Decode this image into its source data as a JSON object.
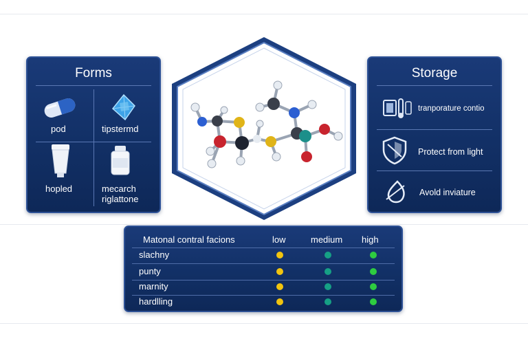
{
  "forms": {
    "title": "Forms",
    "items": [
      {
        "label": "pod",
        "icon": "capsule-icon"
      },
      {
        "label": "tipstermd",
        "icon": "crystal-icon"
      },
      {
        "label": "hopled",
        "icon": "tube-icon"
      },
      {
        "label": "mecarch\nriglattone",
        "icon": "bottle-icon"
      }
    ]
  },
  "storage": {
    "title": "Storage",
    "items": [
      {
        "label": "tranporature contio",
        "icon": "thermometer-icon"
      },
      {
        "label": "Protect from light",
        "icon": "shield-icon"
      },
      {
        "label": "Avold inviature",
        "icon": "moisture-icon"
      }
    ]
  },
  "molecule": {
    "icon": "molecule-icon"
  },
  "table": {
    "header": [
      "Matonal contral facions",
      "low",
      "medium",
      "high"
    ],
    "rows": [
      {
        "label": "slachny"
      },
      {
        "label": "punty"
      },
      {
        "label": "marnity"
      },
      {
        "label": "hardlling"
      }
    ],
    "dot_colors": [
      "#f1c40f",
      "#16a085",
      "#2ecc40"
    ]
  }
}
